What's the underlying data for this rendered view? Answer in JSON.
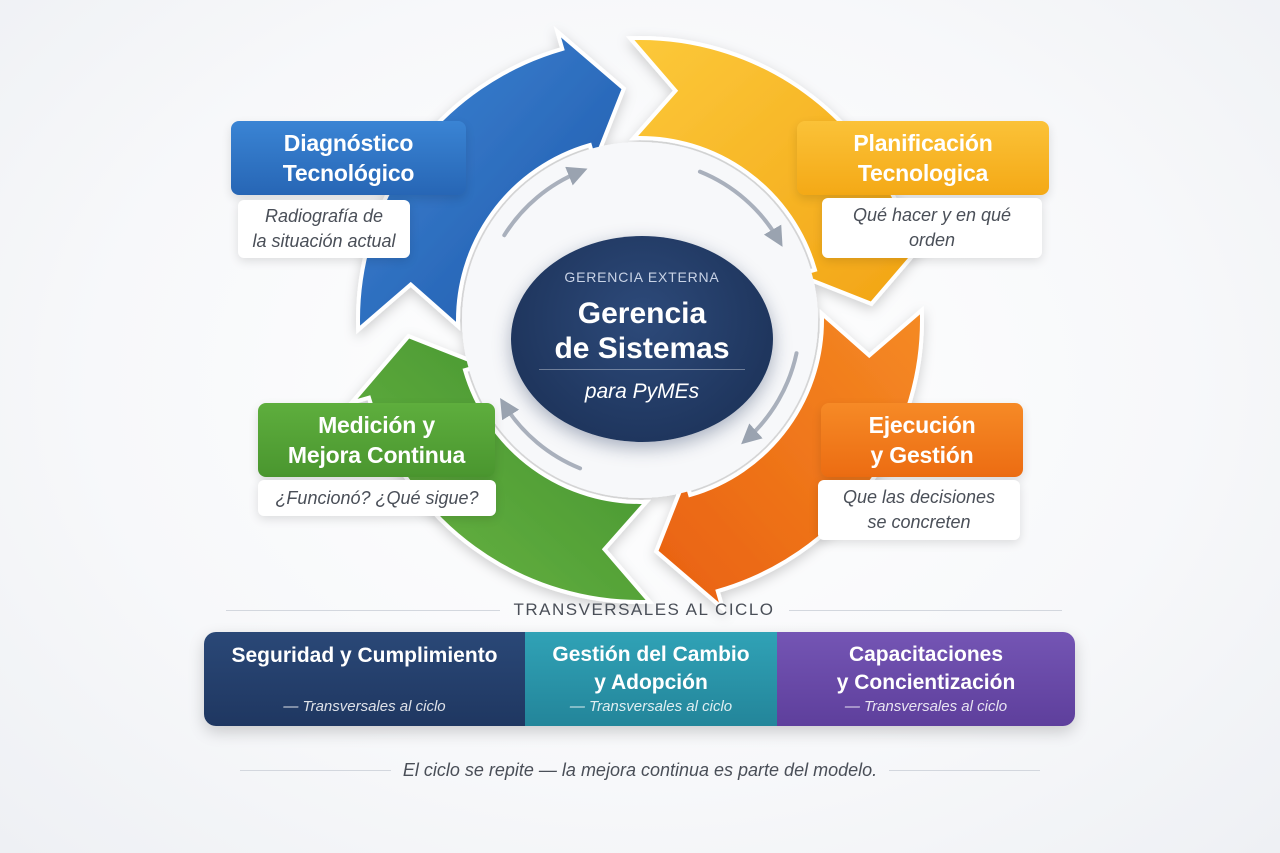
{
  "colors": {
    "diagnostico": "#2f73c7",
    "planificacion": "#f6b21c",
    "ejecucion": "#f07a19",
    "medicion": "#56a33a",
    "center": "#1f365e",
    "seguridad": "#24406b",
    "cambio": "#2b94a8",
    "capacitaciones": "#6a4aa6"
  },
  "center": {
    "kicker": "GERENCIA EXTERNA",
    "title_line1": "Gerencia",
    "title_line2": "de Sistemas",
    "subtitle": "para PyMEs"
  },
  "stages": [
    {
      "title_line1": "Diagnóstico",
      "title_line2": "Tecnológico",
      "desc_line1": "Radiografía de",
      "desc_line2": "la situación actual",
      "icon": "none"
    },
    {
      "title_line1": "Planificación",
      "title_line2": "Tecnologica",
      "desc_line1": "Qué hacer y en qué",
      "desc_line2": "orden",
      "icon": "none"
    },
    {
      "title_line1": "Ejecución",
      "title_line2": "y Gestión",
      "desc_line1": "Que las decisiones",
      "desc_line2": "se concreten",
      "icon": "none"
    },
    {
      "title_line1": "Medición y",
      "title_line2": "Mejora Continua",
      "desc_line1": "¿Funcionó? ¿Qué sigue?",
      "desc_line2": "",
      "icon": "none"
    }
  ],
  "cycle_arrows": [
    "arrow-icon",
    "arrow-icon",
    "arrow-icon",
    "arrow-icon"
  ],
  "transversal": {
    "title": "TRANSVERSALES AL CICLO",
    "items": [
      {
        "label_line1": "Seguridad y Cumplimiento",
        "label_line2": "",
        "note": "— Transversales al ciclo"
      },
      {
        "label_line1": "Gestión del Cambio",
        "label_line2": "y Adopción",
        "note": "— Transversales al ciclo"
      },
      {
        "label_line1": "Capacitaciones",
        "label_line2": "y Concientización",
        "note": "— Transversales al ciclo"
      }
    ]
  },
  "footer": "El ciclo se repite — la mejora continua es parte del modelo."
}
